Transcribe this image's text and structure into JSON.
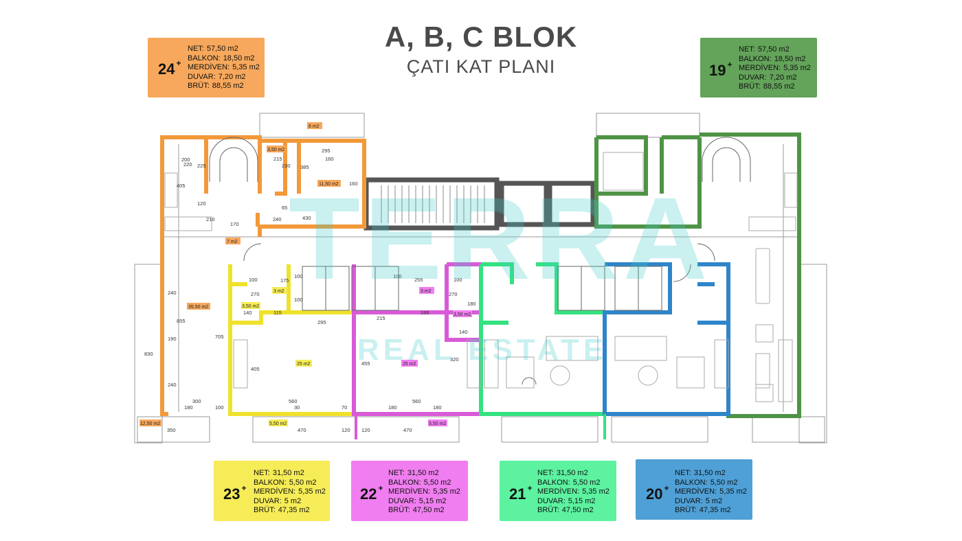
{
  "title": "A, B, C BLOK",
  "subtitle": "ÇATI KAT PLANI",
  "watermark": {
    "brand": "TERRA",
    "tagline": "REAL ESTATE"
  },
  "units": [
    {
      "id": "24",
      "number": "24",
      "color": "#f7a85c",
      "net": "57,50 m2",
      "balkon": "18,50 m2",
      "merdiven": "5,35 m2",
      "duvar": "7,20 m2",
      "brut": "88,55 m2"
    },
    {
      "id": "19",
      "number": "19",
      "color": "#63a35a",
      "net": "57,50 m2",
      "balkon": "18,50 m2",
      "merdiven": "5,35 m2",
      "duvar": "7,20 m2",
      "brut": "88,55 m2"
    },
    {
      "id": "23",
      "number": "23",
      "color": "#f5ec57",
      "net": "31,50 m2",
      "balkon": "5,50 m2",
      "merdiven": "5,35 m2",
      "duvar": "5 m2",
      "brut": "47,35 m2"
    },
    {
      "id": "22",
      "number": "22",
      "color": "#f07ef0",
      "net": "31,50 m2",
      "balkon": "5,50 m2",
      "merdiven": "5,35 m2",
      "duvar": "5,15 m2",
      "brut": "47,50 m2"
    },
    {
      "id": "21",
      "number": "21",
      "color": "#5cf2a0",
      "net": "31,50 m2",
      "balkon": "5,50 m2",
      "merdiven": "5,35 m2",
      "duvar": "5,15 m2",
      "brut": "47,50 m2"
    },
    {
      "id": "20",
      "number": "20",
      "color": "#4fa0d6",
      "net": "31,50 m2",
      "balkon": "5,50 m2",
      "merdiven": "5,35 m2",
      "duvar": "5 m2",
      "brut": "47,35 m2"
    }
  ],
  "labels": {
    "net": "NET:",
    "balkon": "BALKON:",
    "merdiven": "MERDİVEN:",
    "duvar": "DUVAR:",
    "brut": "BRÜT:"
  },
  "area_tags": [
    "6 m2",
    "3,50 m2",
    "11,50 m2",
    "7 m2",
    "35,50 m2",
    "3 m2",
    "3,50 m2",
    "25 m2",
    "3 m2",
    "3,50 m2",
    "25 m2",
    "5,50 m2",
    "5,50 m2",
    "12,50 m2"
  ],
  "dimensions": [
    "200",
    "220",
    "225",
    "405",
    "120",
    "240",
    "295",
    "160",
    "215",
    "230",
    "385",
    "160",
    "65",
    "430",
    "210",
    "170",
    "240",
    "855",
    "190",
    "240",
    "830",
    "705",
    "300",
    "180",
    "100",
    "350",
    "175",
    "100",
    "100",
    "270",
    "115",
    "140",
    "405",
    "295",
    "100",
    "255",
    "100",
    "215",
    "195",
    "100",
    "270",
    "180",
    "140",
    "320",
    "455",
    "560",
    "560",
    "30",
    "70",
    "180",
    "180",
    "470",
    "120",
    "120",
    "470"
  ]
}
